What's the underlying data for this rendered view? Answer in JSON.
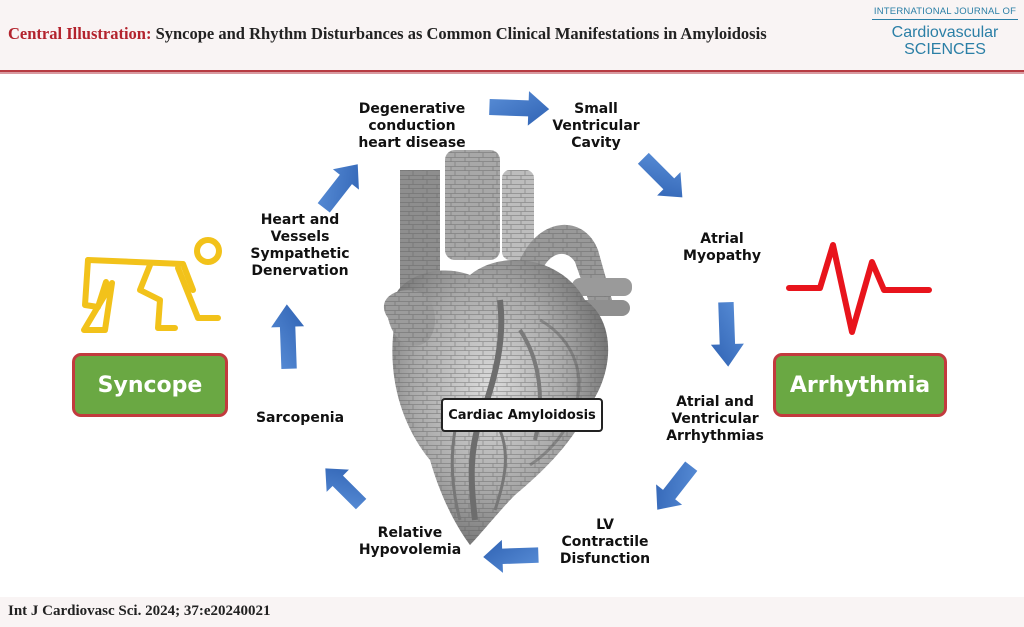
{
  "header": {
    "title_lead": "Central Illustration:",
    "title_rest": " Syncope and Rhythm Disturbances as Common Clinical Manifestations in Amyloidosis"
  },
  "journal": {
    "line_top": "INTERNATIONAL JOURNAL OF",
    "line1": "Cardiovascular",
    "line2": "SCIENCES"
  },
  "cycle": {
    "degenerative": "Degenerative\nconduction\nheart disease",
    "small_ventricular": "Small\nVentricular\nCavity",
    "atrial_myopathy": "Atrial\nMyopathy",
    "atrial_ventricular": "Atrial and\nVentricular\nArrhythmias",
    "lv": "LV\nContractile\nDisfunction",
    "hypovolemia": "Relative\nHypovolemia",
    "sarcopenia": "Sarcopenia",
    "denervation": "Heart and\nVessels\nSympathetic\nDenervation"
  },
  "center_label": "Cardiac Amyloidosis",
  "left_badge": "Syncope",
  "right_badge": "Arrhythmia",
  "colors": {
    "accent_red": "#b3232d",
    "arrow_blue": "#3b73c4",
    "badge_green": "#6aa843",
    "icon_yellow": "#f2c21a",
    "pulse_red": "#e8141c"
  },
  "icons": {
    "left": "fainting-person-icon",
    "right": "heartbeat-pulse-icon",
    "center": "heart-illustration"
  },
  "footer": "Int J Cardiovasc Sci. 2024; 37:e20240021"
}
